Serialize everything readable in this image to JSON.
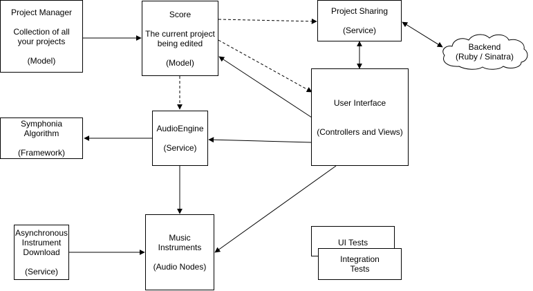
{
  "nodes": {
    "project_manager": {
      "title": "Project Manager",
      "line1": "Collection of all",
      "line2": "your projects",
      "role": "(Model)"
    },
    "score": {
      "title": "Score",
      "line1": "The current project",
      "line2": "being edited",
      "role": "(Model)"
    },
    "project_sharing": {
      "title": "Project Sharing",
      "role": "(Service)"
    },
    "backend": {
      "title": "Backend",
      "subtitle": "(Ruby / Sinatra)"
    },
    "user_interface": {
      "title": "User Interface",
      "role": "(Controllers and Views)"
    },
    "symphonia": {
      "line1": "Symphonia",
      "line2": "Algorithm",
      "role": "(Framework)"
    },
    "audio_engine": {
      "title": "AudioEngine",
      "role": "(Service)"
    },
    "async_download": {
      "line1": "Asynchronous",
      "line2": "Instrument",
      "line3": "Download",
      "role": "(Service)"
    },
    "music_instruments": {
      "line1": "Music",
      "line2": "Instruments",
      "role": "(Audio Nodes)"
    },
    "ui_tests": {
      "title": "UI Tests"
    },
    "integration_tests": {
      "line1": "Integration",
      "line2": "Tests"
    }
  },
  "edges": [
    {
      "from": "Project Manager",
      "to": "Score",
      "style": "solid"
    },
    {
      "from": "Score",
      "to": "Project Sharing",
      "style": "dashed"
    },
    {
      "from": "Score",
      "to": "User Interface",
      "style": "dashed"
    },
    {
      "from": "User Interface",
      "to": "Score",
      "style": "solid"
    },
    {
      "from": "Score",
      "to": "AudioEngine",
      "style": "dashed"
    },
    {
      "from": "Project Sharing",
      "to": "Backend",
      "style": "solid",
      "bidirectional": true
    },
    {
      "from": "Project Sharing",
      "to": "User Interface",
      "style": "solid",
      "bidirectional": true
    },
    {
      "from": "AudioEngine",
      "to": "Symphonia Algorithm",
      "style": "solid"
    },
    {
      "from": "User Interface",
      "to": "AudioEngine",
      "style": "solid"
    },
    {
      "from": "AudioEngine",
      "to": "Music Instruments",
      "style": "solid"
    },
    {
      "from": "User Interface",
      "to": "Music Instruments",
      "style": "solid"
    },
    {
      "from": "Asynchronous Instrument Download",
      "to": "Music Instruments",
      "style": "solid"
    }
  ],
  "colors": {
    "stroke": "#000000",
    "fill": "#ffffff",
    "text": "#000000"
  }
}
